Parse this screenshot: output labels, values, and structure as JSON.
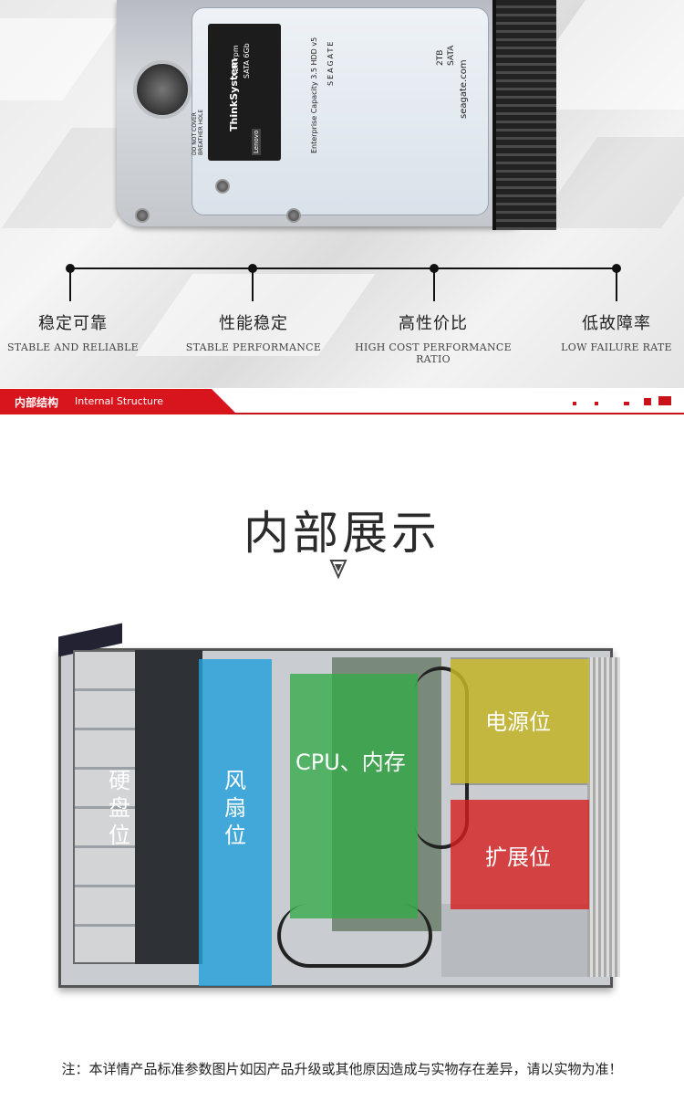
{
  "product_photo": {
    "label_brand": "ThinkSystem",
    "label_lines": [
      "SEAGATE",
      "Enterprise Capacity 3.5 HDD v5",
      "2TB",
      "SATA",
      "7.2K rpm",
      "SATA 6Gb",
      "seagate.com",
      "Lenovo",
      "DO NOT COVER BREATHER HOLE"
    ]
  },
  "features": [
    {
      "cn": "稳定可靠",
      "en": "STABLE AND RELIABLE"
    },
    {
      "cn": "性能稳定",
      "en": "STABLE PERFORMANCE"
    },
    {
      "cn": "高性价比",
      "en": "HIGH COST PERFORMANCE RATIO"
    },
    {
      "cn": "低故障率",
      "en": "LOW FAILURE RATE"
    }
  ],
  "section": {
    "title": "内部结构",
    "subtitle": "Internal Structure"
  },
  "heading": "内部展示",
  "zones": {
    "drive_bay": [
      "硬",
      "盘",
      "位"
    ],
    "fan": [
      "风",
      "扇",
      "位"
    ],
    "cpu_memory": "CPU、内存",
    "power": "电源位",
    "expansion": "扩展位"
  },
  "footnote": "注：本详情产品标准参数图片如因产品升级或其他原因造成与实物存在差异，请以实物为准！",
  "colors": {
    "accent": "#d8141c",
    "fan": "#24a0da",
    "cpu": "#32aa46",
    "psu": "#cdbe28",
    "expansion": "#d61e1e"
  }
}
